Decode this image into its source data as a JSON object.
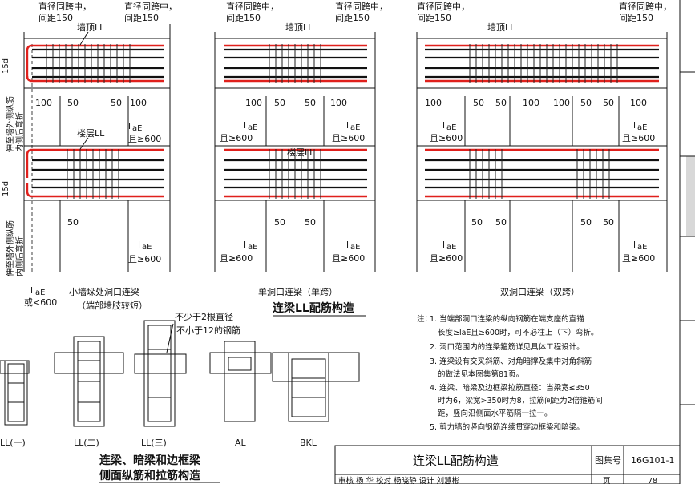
{
  "labels": {
    "spacing_note_1": "直径同跨中，",
    "spacing_note_2": "间距150",
    "top_ll": "墙顶LL",
    "floor_ll": "楼层LL",
    "la": "l",
    "la_sub": "aE",
    "and_gt_600": "且≥600",
    "or_lt_600": "或<600",
    "dim_100": "100",
    "dim_50": "50",
    "dim_15d": "15d",
    "side_note_1": "伸至墙外侧纵筋",
    "side_note_2": "内侧后弯折"
  },
  "captions": {
    "small_pier": "小墙垛处洞口连梁",
    "small_pier_sub": "（端部墙肢较短）",
    "single": "单洞口连梁（单跨）",
    "double": "双洞口连梁（双跨）",
    "main_title": "连梁LL配筋构造",
    "bottom_title_1": "连梁、暗梁和边框梁",
    "bottom_title_2": "侧面纵筋和拉筋构造"
  },
  "section_notes": {
    "n1": "不少于2根直径",
    "n2": "不小于12的钢筋"
  },
  "sections": [
    "LL(一)",
    "LL(二)",
    "LL(三)",
    "AL",
    "BKL"
  ],
  "notes": {
    "prefix": "注：",
    "items": [
      "1. 当端部洞口连梁的纵向钢筋在端支座的直锚",
      "长度≥laE且≥600时，可不必往上（下）弯折。",
      "2. 洞口范围内的连梁箍筋详见具体工程设计。",
      "3. 连梁设有交叉斜筋、对角暗撑及集中对角斜筋",
      "的做法见本图集第81页。",
      "4. 连梁、暗梁及边框梁拉筋直径：当梁宽≤350",
      "时为6，梁宽>350时为8，拉筋间距为2倍箍筋间",
      "距，竖向沿侧面水平筋隔一拉一。",
      "5. 剪力墙的竖向钢筋连续贯穿边框梁和暗梁。"
    ]
  },
  "title_block": {
    "title": "连梁LL配筋构造",
    "atlas_label": "图集号",
    "atlas_no": "16G101-1",
    "review_row": "审核 杨 华  校对 杨晓静  设计 刘慧彬",
    "page_label": "页",
    "page_no": "78"
  },
  "colors": {
    "rebar_main": "#e0201c",
    "line": "#111111"
  }
}
